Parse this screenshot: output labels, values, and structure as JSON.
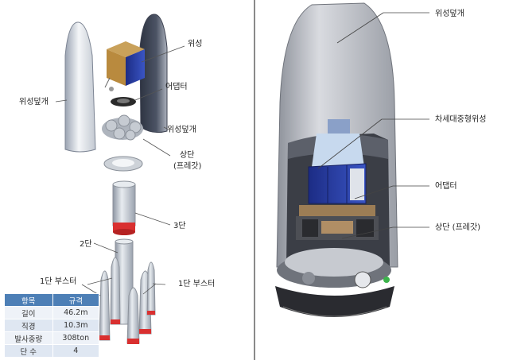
{
  "left_panel": {
    "labels": {
      "fairing_top": "위성",
      "satellite_arrow_label": "위성",
      "adapter": "어댑터",
      "fairing_left": "위성덮개",
      "fairing_right": "위성덮개",
      "upper_stage_line1": "상단",
      "upper_stage_line2": "(프레갓)",
      "stage3": "3단",
      "stage2": "2단",
      "booster_left": "1단 부스터",
      "booster_right": "1단 부스터"
    },
    "spec_table": {
      "headers": [
        "항목",
        "규격"
      ],
      "rows": [
        [
          "길이",
          "46.2m"
        ],
        [
          "직경",
          "10.3m"
        ],
        [
          "발사중량",
          "308ton"
        ],
        [
          "단 수",
          "4"
        ]
      ]
    }
  },
  "right_panel": {
    "labels": {
      "fairing": "위성덮개",
      "satellite": "차세대중형위성",
      "adapter": "어댑터",
      "upper_stage": "상단 (프레갓)"
    }
  },
  "colors": {
    "table_header": "#4d7fb6",
    "booster_red": "#d93030",
    "solar_panel_blue": "#2b3f9e",
    "fairing_grey": "#b9bcc3"
  }
}
